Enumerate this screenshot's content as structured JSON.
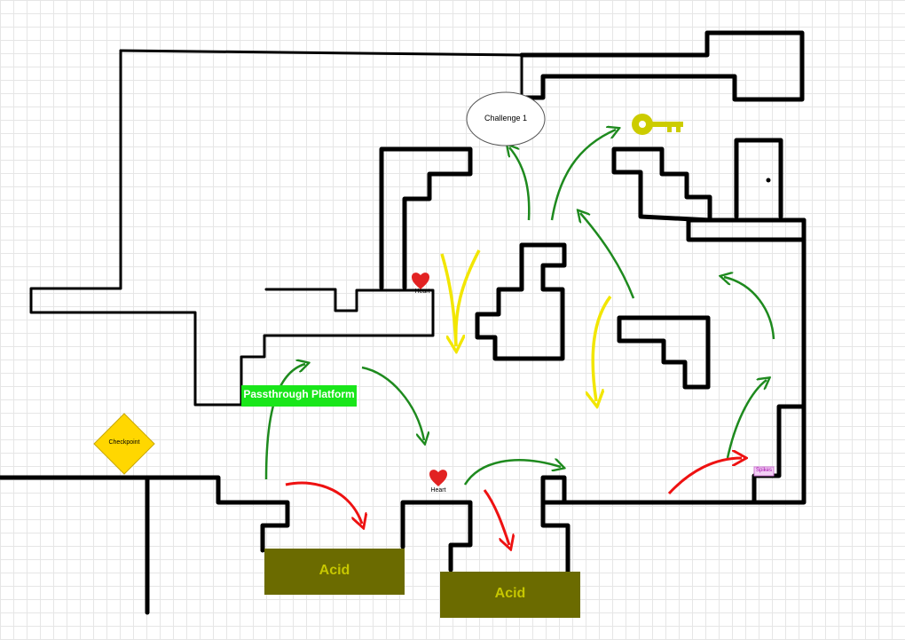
{
  "map": {
    "challenge_label": "Challenge 1",
    "passthrough_label": "Passthrough Platform",
    "checkpoint_label": "Checkpoint",
    "heart_label": "Heart",
    "spikes_label": "Spikes",
    "acid_label": "Acid",
    "colors": {
      "path_green": "#1e8a1e",
      "path_yellow": "#f2e600",
      "path_red": "#ee1111",
      "acid": "#6b6b00",
      "acid_text": "#c7c700",
      "platform": "#19e61a",
      "checkpoint": "#ffd700",
      "key": "#cccc00",
      "heart": "#e22222",
      "spikes": "#d17ad6"
    }
  }
}
